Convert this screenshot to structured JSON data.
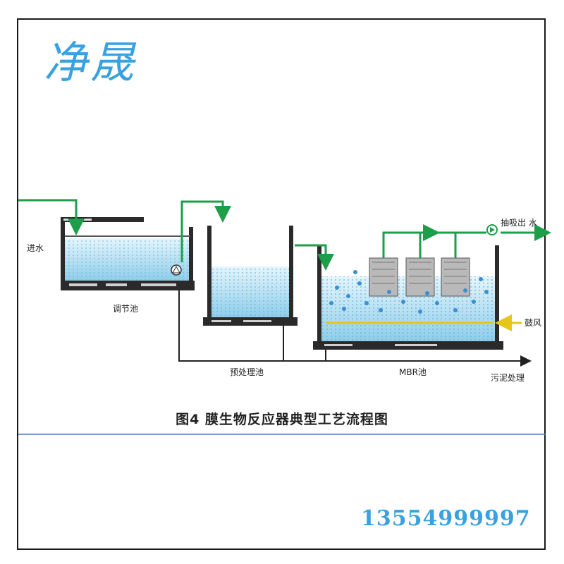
{
  "brand": {
    "text": "净晟",
    "color": "#3aa1e0"
  },
  "diagram": {
    "labels": {
      "inlet": "进水",
      "equalization_tank": "调节池",
      "pretreatment_tank": "预处理池",
      "mbr_tank": "MBR池",
      "suction_outlet": "抽吸出 水",
      "aeration": "鼓风",
      "sludge_treatment": "污泥处理"
    },
    "colors": {
      "flow_pipe": "#1d9e4a",
      "water": "#a9d9f2",
      "aeration_line": "#e6c619",
      "tank_wall": "#2a2a2a",
      "divider": "#4a7ab0"
    }
  },
  "caption": "图4  膜生物反应器典型工艺流程图",
  "phone": "13554999997"
}
